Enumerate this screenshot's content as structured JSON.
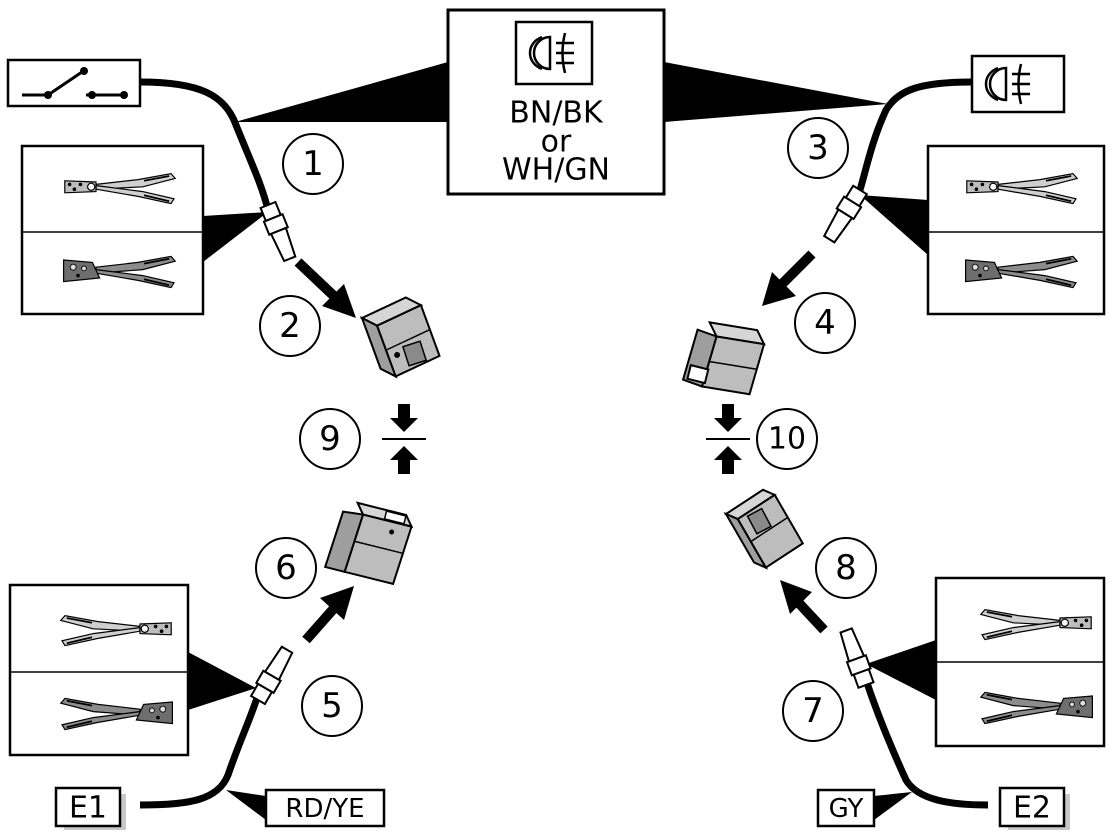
{
  "callout_box": {
    "line1": "BN/BK",
    "line2": "or",
    "line3": "WH/GN"
  },
  "steps": [
    "1",
    "2",
    "3",
    "4",
    "5",
    "6",
    "7",
    "8",
    "9",
    "10"
  ],
  "endpoints": {
    "left": "E1",
    "right": "E2"
  },
  "wire_colors": {
    "left": "RD/YE",
    "right": "GY"
  },
  "icons": {
    "switch": "switch-icon",
    "fog_lamp": "fog-lamp-icon",
    "stripping_tool": "wire-stripper-icon",
    "crimping_tool": "crimping-tool-icon",
    "connector": "connector-housing-icon",
    "terminal": "terminal-icon"
  },
  "colors": {
    "line": "#000000",
    "connector_fill": "#b9b9b9",
    "tool_fill": "#9a9a9a",
    "tool_dark": "#555555"
  }
}
